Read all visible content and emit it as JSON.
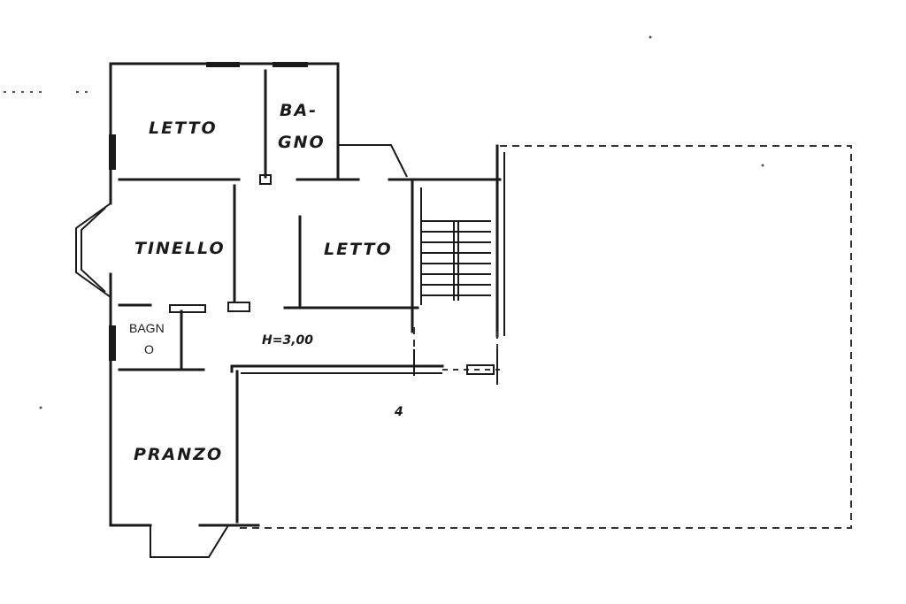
{
  "plan": {
    "rooms": {
      "letto_nw": "LETTO",
      "bagno_top_1": "BA-",
      "bagno_top_2": "GNO",
      "tinello": "TINELLO",
      "letto_center": "LETTO",
      "bagno_small_1": "BAGN",
      "bagno_small_2": "O",
      "pranzo": "PRANZO"
    },
    "height_note": "H=3,00",
    "mark": "4"
  }
}
